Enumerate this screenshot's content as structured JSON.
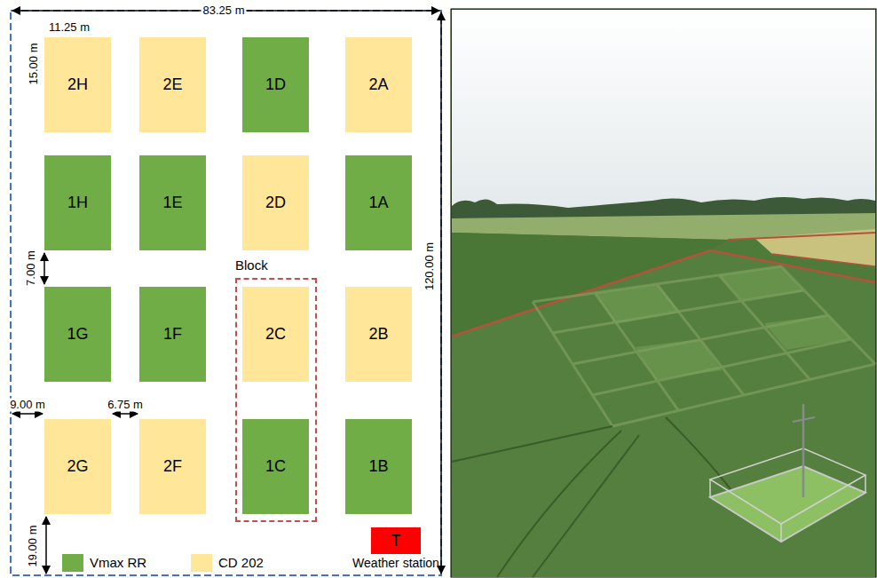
{
  "diagram": {
    "nodes": [
      {
        "text": [
          "2H"
        ]
      },
      {
        "text": [
          "2E"
        ]
      },
      {
        "text": [
          "1D"
        ]
      },
      {
        "text": [
          "2A"
        ]
      },
      {
        "text": [
          "1H"
        ]
      },
      {
        "text": [
          "1E"
        ]
      },
      {
        "text": [
          "2D"
        ]
      },
      {
        "text": [
          "1A"
        ]
      },
      {
        "text": [
          "1G"
        ]
      },
      {
        "text": [
          "1F"
        ]
      },
      {
        "text": [
          "Block"
        ]
      },
      {
        "text": [
          "2C"
        ],
        "in": 10
      },
      {
        "text": [
          "2B"
        ]
      },
      {
        "text": [
          "2G"
        ]
      },
      {
        "text": [
          "2F"
        ]
      },
      {
        "text": [
          "1C"
        ],
        "in": 10
      },
      {
        "text": [
          "1B"
        ]
      },
      {
        "text": [
          "T",
          "Weather station"
        ]
      }
    ],
    "labels": [
      "83.25 m",
      "11.25 m",
      "15.00 m",
      "120.00 m",
      "7.00 m",
      "9.00 m",
      "6.75 m",
      "19.00 m"
    ],
    "legend": [
      {
        "text": "Vmax RR",
        "color": "#70AD47"
      },
      {
        "text": "CD 202",
        "color": "#FFE699"
      }
    ]
  }
}
